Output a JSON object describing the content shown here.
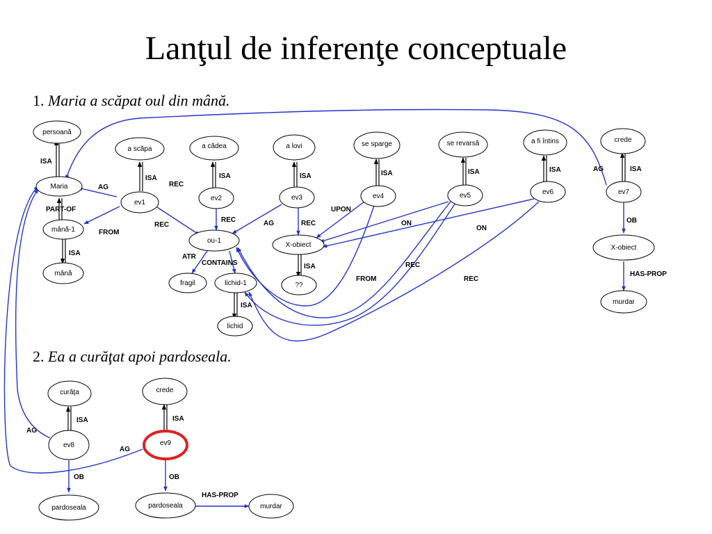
{
  "title": "Lanţul de inferenţe conceptuale",
  "sentences": {
    "s1_num": "1.",
    "s1_text": "Maria a scăpat oul din mână.",
    "s2_num": "2.",
    "s2_text": "Ea a curăţat apoi pardoseala."
  },
  "nodes": {
    "persoana": "persoană",
    "maria": "Maria",
    "mana1": "mână-1",
    "mana": "mână",
    "a_scapa": "a scăpa",
    "ev1": "ev1",
    "a_cadea": "a cădea",
    "ev2": "ev2",
    "a_lovi": "a lovi",
    "ev3": "ev3",
    "se_sparge": "se sparge",
    "ev4": "ev4",
    "se_revarsa": "se revarsă",
    "ev5": "ev5",
    "a_fi_intins": "a fi întins",
    "ev6": "ev6",
    "crede1": "crede",
    "ev7": "ev7",
    "xobiect7": "X-obiect",
    "murdar1": "murdar",
    "ou1": "ou-1",
    "xobiect": "X-obiect",
    "qq": "??",
    "fragil": "fragil",
    "lichid1": "lichid-1",
    "lichid": "lichid",
    "curata": "curăţa",
    "ev8": "ev8",
    "pardoseala8": "pardoseala",
    "crede2": "crede",
    "ev9": "ev9",
    "pardoseala9": "pardoseala",
    "murdar2": "murdar"
  },
  "relations": {
    "isa": "ISA",
    "ag": "AG",
    "rec": "REC",
    "from": "FROM",
    "partof": "PART-OF",
    "atr": "ATR",
    "contains": "CONTAINS",
    "upon": "UPON",
    "on": "ON",
    "ob": "OB",
    "hasprop": "HAS-PROP"
  },
  "colors": {
    "arrow": "#2233cc",
    "highlight": "#e02020",
    "node_stroke": "#000000"
  }
}
